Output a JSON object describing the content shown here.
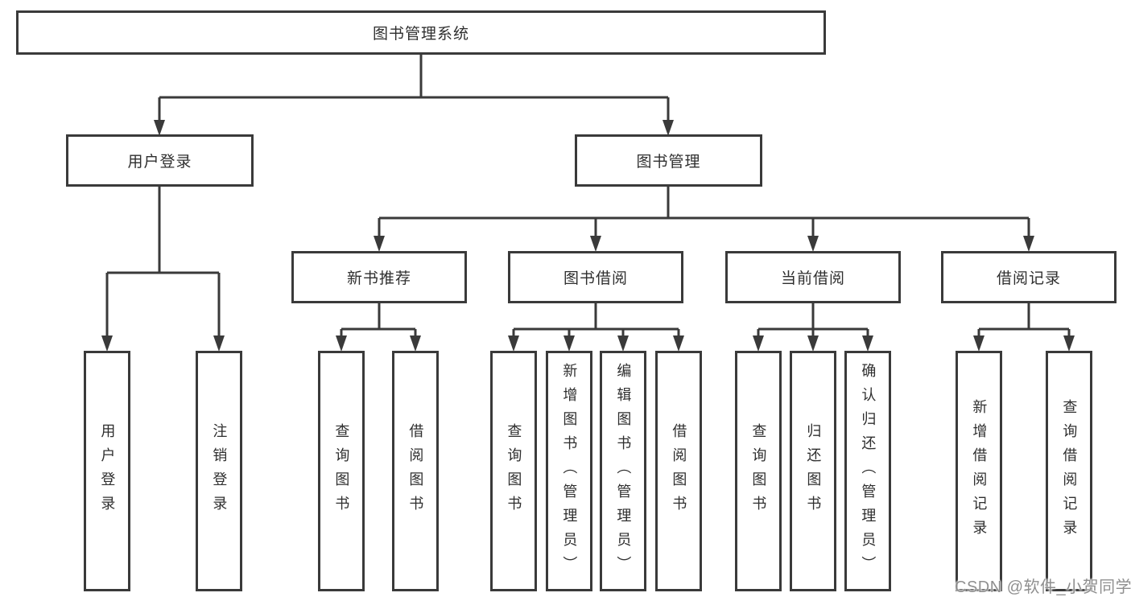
{
  "diagram": {
    "root": "图书管理系统",
    "branches": [
      {
        "label": "用户登录",
        "children": [
          "用户登录",
          "注销登录"
        ]
      },
      {
        "label": "图书管理",
        "children": [
          {
            "label": "新书推荐",
            "children": [
              "查询图书",
              "借阅图书"
            ]
          },
          {
            "label": "图书借阅",
            "children": [
              "查询图书",
              "新增图书（管理员）",
              "编辑图书（管理员）",
              "借阅图书"
            ]
          },
          {
            "label": "当前借阅",
            "children": [
              "查询图书",
              "归还图书",
              "确认归还（管理员）"
            ]
          },
          {
            "label": "借阅记录",
            "children": [
              "新增借阅记录",
              "查询借阅记录"
            ]
          }
        ]
      }
    ]
  },
  "watermark": "CSDN @软件_小贺同学",
  "colors": {
    "line": "#3a3a3a",
    "text": "#2f2f2f",
    "box_background": "#ffffff",
    "watermark": "#8f8f8f"
  }
}
